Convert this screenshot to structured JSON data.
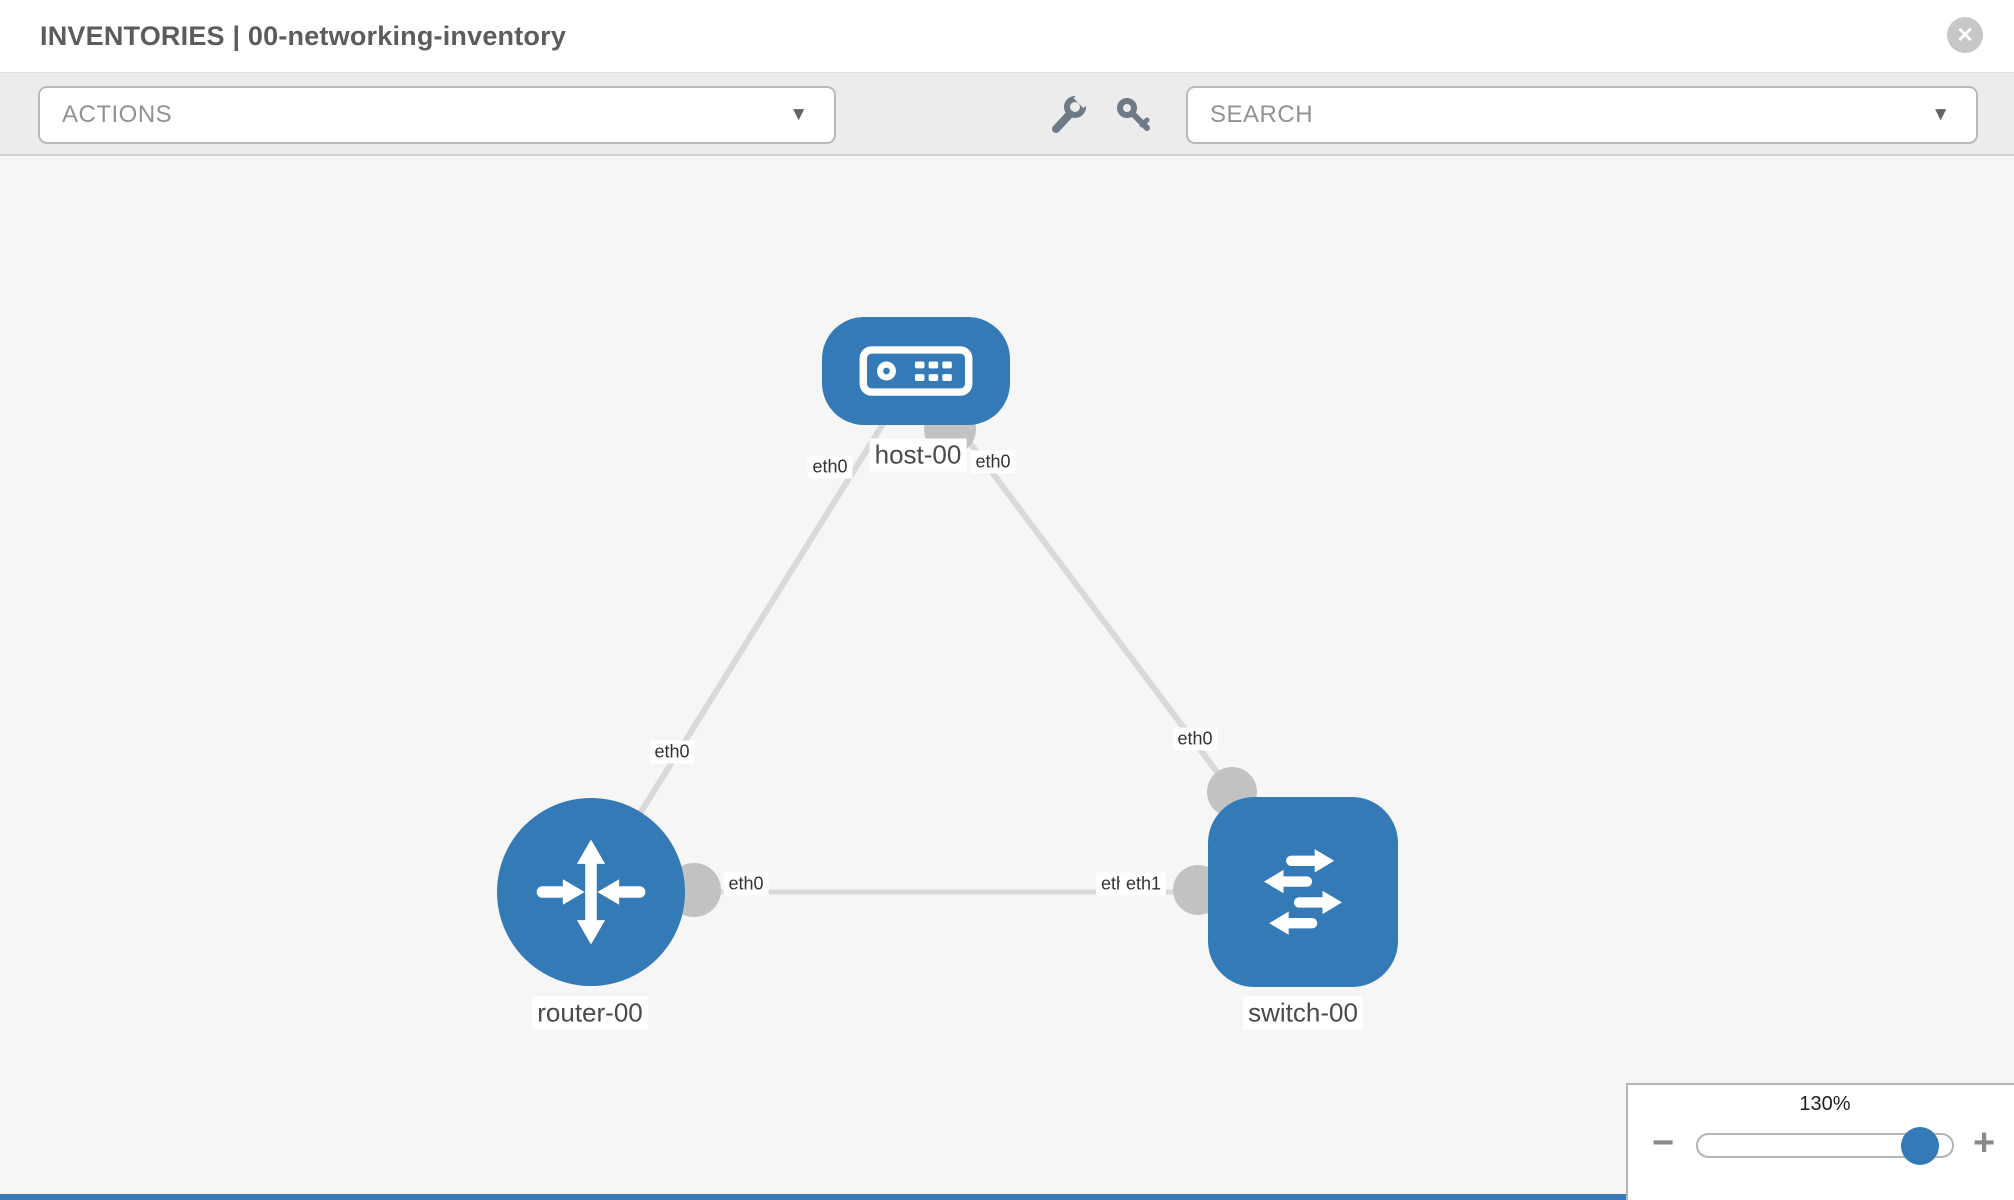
{
  "header": {
    "title": "INVENTORIES | 00-networking-inventory",
    "close_glyph": "✕"
  },
  "toolbar": {
    "actions_label": "ACTIONS",
    "search_label": "SEARCH",
    "caret_glyph": "▼",
    "icons": [
      "wrench-icon",
      "key-icon"
    ]
  },
  "topology": {
    "nodes": [
      {
        "id": "host-00",
        "type": "host",
        "label": "host-00"
      },
      {
        "id": "router-00",
        "type": "router",
        "label": "router-00"
      },
      {
        "id": "switch-00",
        "type": "switch",
        "label": "switch-00"
      }
    ],
    "links": [
      {
        "from": "router-00",
        "to": "host-00",
        "from_interface": "eth0",
        "to_interface": "eth0"
      },
      {
        "from": "switch-00",
        "to": "host-00",
        "from_interface": "eth0",
        "to_interface": "eth0"
      },
      {
        "from": "router-00",
        "to": "switch-00",
        "from_interface": "eth0",
        "to_interface": "eth1"
      }
    ],
    "interface_labels": {
      "host_left": "eth0",
      "host_right": "eth0",
      "router_top": "eth0",
      "switch_top": "eth0",
      "router_right": "eth0",
      "switch_left_back": "eth0",
      "switch_left": "eth1"
    }
  },
  "zoom_control": {
    "level": "130%",
    "minus_glyph": "−",
    "plus_glyph": "+",
    "percent_position": 66
  },
  "colors": {
    "node_blue": "#337ab7",
    "link_gray": "#d9d9d9",
    "connector_gray": "#c2c2c2",
    "canvas_bg": "#f6f6f6",
    "toolbar_bg": "#ececec"
  }
}
